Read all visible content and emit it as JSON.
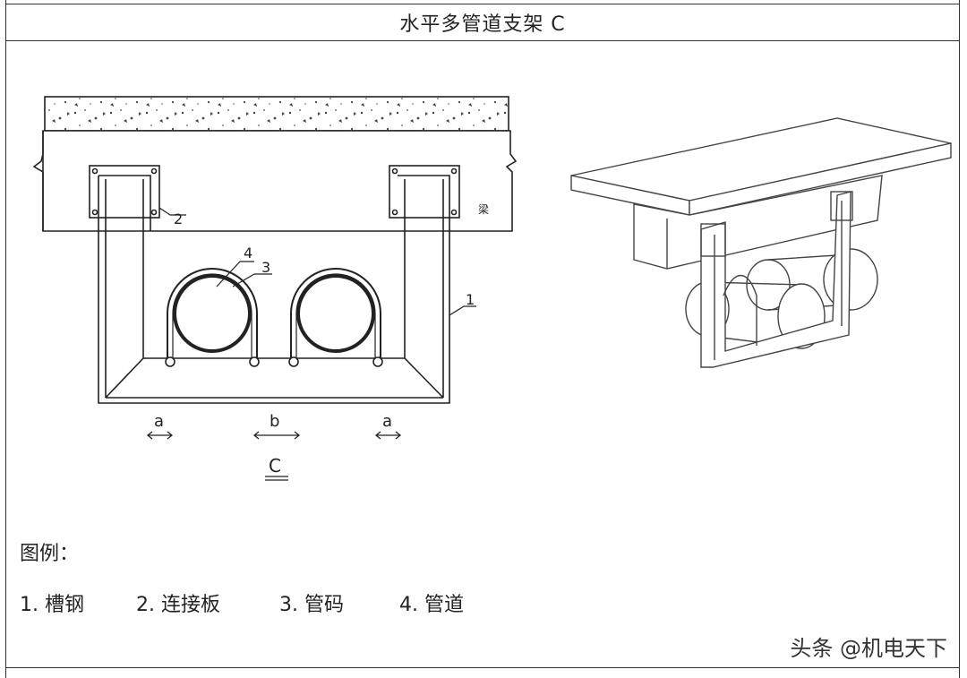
{
  "title": "水平多管道支架 C",
  "diagram": {
    "beam_label": "梁",
    "callouts": {
      "c1": "1",
      "c2": "2",
      "c3": "3",
      "c4": "4"
    },
    "dims": {
      "a_left": "a",
      "b_mid": "b",
      "a_right": "a"
    },
    "section_mark": "C"
  },
  "legend": {
    "title": "图例：",
    "items": [
      "1. 槽钢",
      "2. 连接板",
      "3. 管码",
      "4. 管道"
    ]
  },
  "watermark": "头条 @机电天下"
}
